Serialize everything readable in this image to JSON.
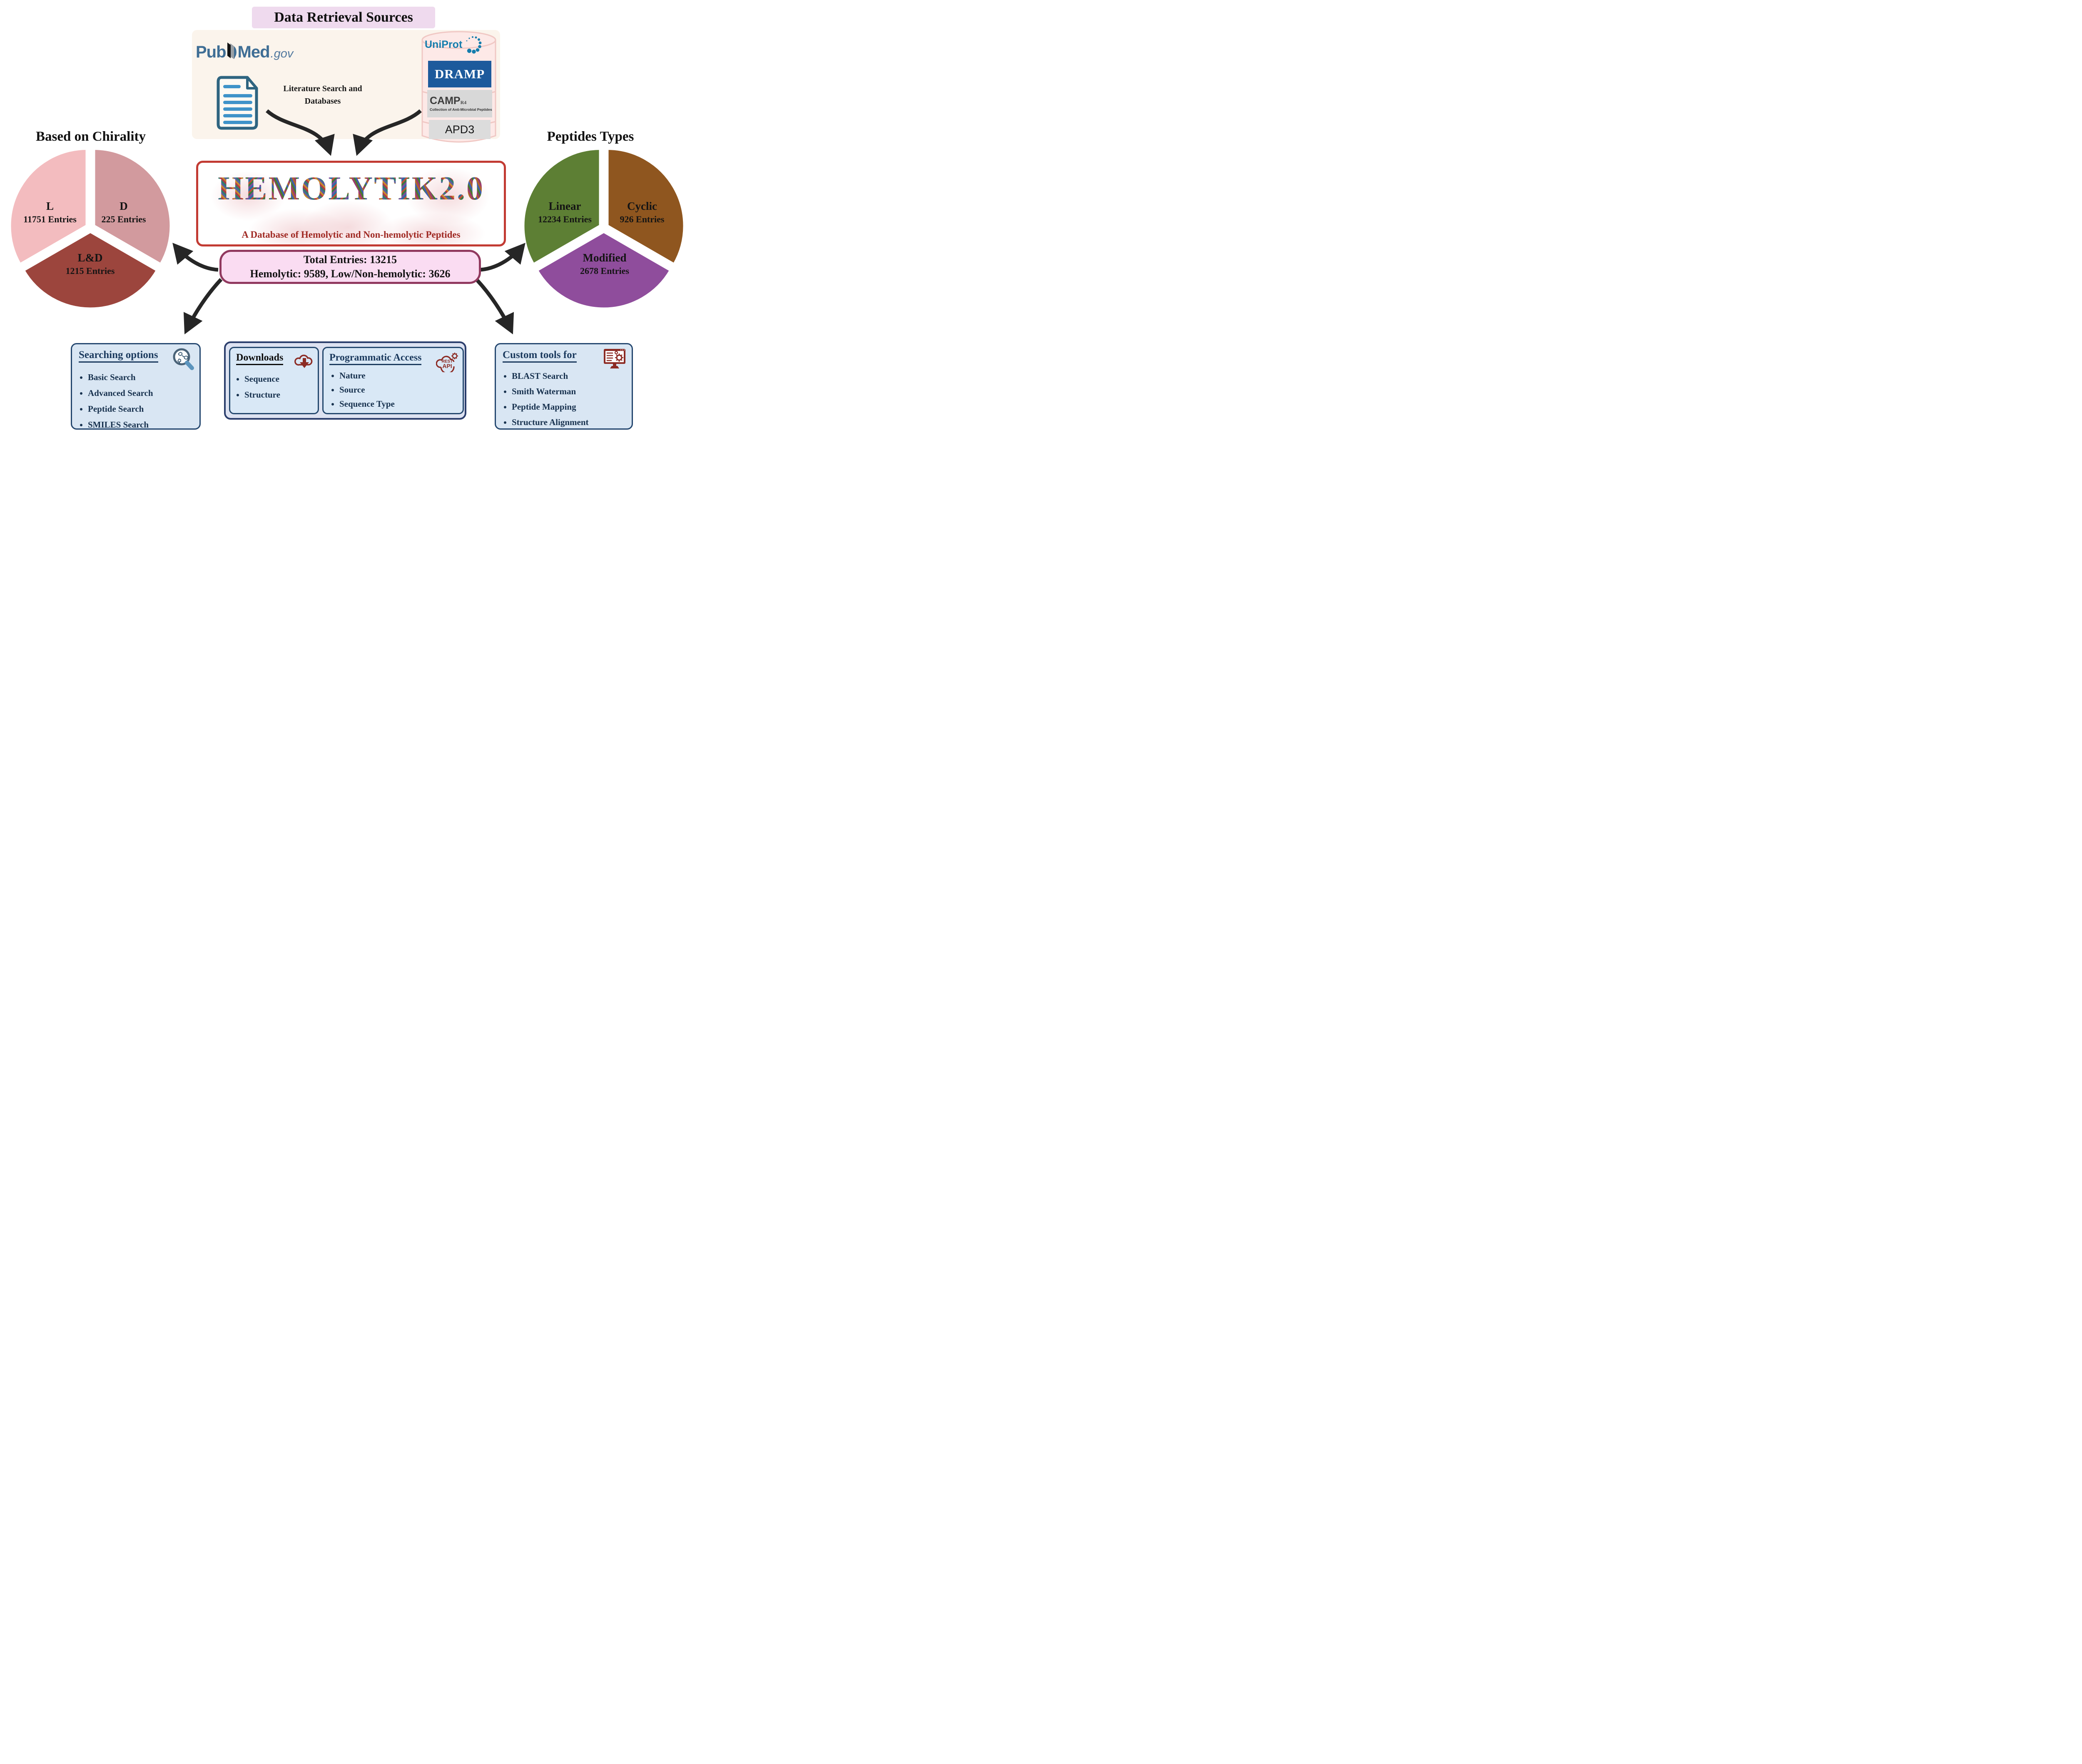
{
  "header": {
    "title": "Data Retrieval Sources"
  },
  "sources": {
    "pubmed_pub": "Pub",
    "pubmed_med": "Med",
    "pubmed_gov": ".gov",
    "literature_line1": "Literature Search and",
    "literature_line2": "Databases",
    "uniprot": "UniProt",
    "dramp": "DRAMP",
    "camp": "CAMP",
    "camp_sub": "R4",
    "camp_caption": "Collection of Anti-Microbial Peptides",
    "apd3": "APD3"
  },
  "logo": {
    "letters": [
      "H",
      "E",
      "M",
      "O",
      "L",
      "Y",
      "T",
      "I",
      "K",
      "2",
      ".",
      "0"
    ],
    "subtitle": "A Database of Hemolytic and Non-hemolytic Peptides"
  },
  "totals": {
    "line1": "Total Entries: 13215",
    "line2": "Hemolytic: 9589, Low/Non-hemolytic: 3626"
  },
  "left_pie": {
    "title": "Based on Chirality",
    "slices": [
      {
        "label": "L",
        "entries": "11751 Entries",
        "color": "#f3bcbf"
      },
      {
        "label": "D",
        "entries": "225 Entries",
        "color": "#d29a9e"
      },
      {
        "label": "L&D",
        "entries": "1215 Entries",
        "color": "#9c453d"
      }
    ]
  },
  "right_pie": {
    "title": "Peptides Types",
    "slices": [
      {
        "label": "Linear",
        "entries": "12234 Entries",
        "color": "#5d7f34"
      },
      {
        "label": "Cyclic",
        "entries": "926 Entries",
        "color": "#8f561f"
      },
      {
        "label": "Modified",
        "entries": "2678 Entries",
        "color": "#8f4d9c"
      }
    ]
  },
  "searching": {
    "title": "Searching options",
    "items": [
      "Basic Search",
      "Advanced Search",
      "Peptide Search",
      "SMILES Search"
    ]
  },
  "downloads": {
    "title": "Downloads",
    "items": [
      "Sequence",
      "Structure"
    ]
  },
  "programmatic": {
    "title": "Programmatic Access",
    "items": [
      "Nature",
      "Source",
      "Sequence Type"
    ]
  },
  "custom": {
    "title": "Custom tools for",
    "items": [
      "BLAST Search",
      "Smith Waterman",
      "Peptide Mapping",
      "Structure Alignment"
    ]
  },
  "rest_api_icon_text": {
    "line1": "REST",
    "line2": "API"
  },
  "colors": {
    "accent_red_border": "#c23b33",
    "subtitle_red": "#a02a24",
    "total_box_fill": "#fadcf2",
    "total_box_border": "#91395f",
    "panel_cream": "#fbf4ec",
    "header_pink": "#efdaee",
    "blue_box_fill": "#d9e6f3",
    "navy_text": "#1b3a5e",
    "maroon_icon": "#8c2b24",
    "arrow_black": "#262626",
    "uniprot_teal": "#147dad",
    "dramp_blue": "#1d5a9c"
  },
  "chart_data": [
    {
      "type": "pie",
      "title": "Based on Chirality",
      "labels": [
        "L",
        "D",
        "L&D"
      ],
      "values": [
        11751,
        225,
        1215
      ],
      "unit": "Entries",
      "colors": [
        "#f3bcbf",
        "#d29a9e",
        "#9c453d"
      ],
      "legend_position": "inside",
      "note": "exploded pie drawn with three equal 120-degree sectors"
    },
    {
      "type": "pie",
      "title": "Peptides Types",
      "labels": [
        "Linear",
        "Cyclic",
        "Modified"
      ],
      "values": [
        12234,
        926,
        2678
      ],
      "unit": "Entries",
      "colors": [
        "#5d7f34",
        "#8f561f",
        "#8f4d9c"
      ],
      "legend_position": "inside",
      "note": "exploded pie drawn with three equal 120-degree sectors"
    }
  ]
}
